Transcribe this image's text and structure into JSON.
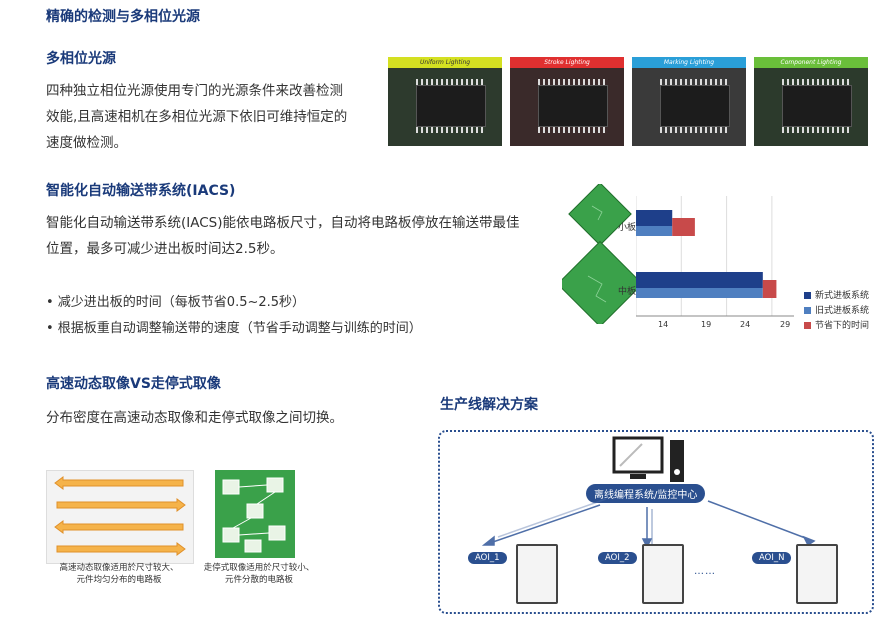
{
  "main_title": "精确的检测与多相位光源",
  "section1": {
    "heading": "多相位光源",
    "body_line1": "四种独立相位光源使用专门的光源条件来改善检测",
    "body_line2": "效能,且高速相机在多相位光源下依旧可维持恒定的",
    "body_line3": "速度做检测。",
    "images": [
      {
        "label": "Uniform Lighting",
        "color": "#d4e021"
      },
      {
        "label": "Stroke Lighting",
        "color": "#e03030"
      },
      {
        "label": "Marking Lighting",
        "color": "#2a9fd8"
      },
      {
        "label": "Component Lighting",
        "color": "#6abf3a"
      }
    ]
  },
  "section2": {
    "heading": "智能化自动输送带系统(IACS)",
    "body_line1": "智能化自动输送带系统(IACS)能依电路板尺寸，自动将电路板停放在输送带最佳",
    "body_line2": "位置，最多可减少进出板时间达2.5秒。",
    "bullet1": "• 减少进出板的时间（每板节省0.5~2.5秒）",
    "bullet2": "• 根据板重自动调整输送带的速度（节省手动调整与训练的时间）"
  },
  "chart_data": {
    "type": "bar",
    "orientation": "horizontal",
    "stacked": true,
    "categories": [
      "小板",
      "中板"
    ],
    "series": [
      {
        "name": "新式进板系统",
        "color": "#1e3f8a",
        "values": [
          18,
          28
        ]
      },
      {
        "name": "旧式进板系统",
        "color": "#4f7fc0",
        "values": [
          18,
          28
        ]
      },
      {
        "name": "节省下的时间",
        "color": "#c84a4a",
        "values": [
          2.5,
          1.5
        ]
      }
    ],
    "xticks": [
      "14",
      "19",
      "24",
      "29"
    ],
    "xlim": [
      14,
      31
    ]
  },
  "section3": {
    "heading": "高速动态取像VS走停式取像",
    "body": "分布密度在高速动态取像和走停式取像之间切换。",
    "caption_left_1": "高速动态取像适用於尺寸较大、",
    "caption_left_2": "元件均匀分布的电路板",
    "caption_right_1": "走停式取像适用於尺寸较小、",
    "caption_right_2": "元件分散的电路板"
  },
  "section4": {
    "heading": "生产线解决方案",
    "center_label": "离线编程系统/监控中心",
    "aoi": [
      "AOI_1",
      "AOI_2",
      "AOI_N"
    ],
    "dots": "……"
  }
}
